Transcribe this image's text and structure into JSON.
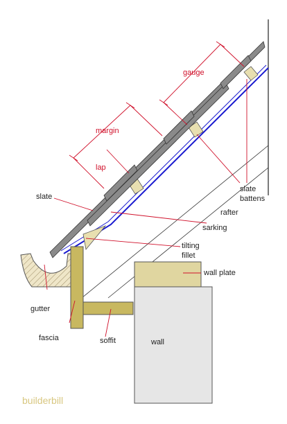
{
  "labels": {
    "gauge": "gauge",
    "margin": "margin",
    "lap": "lap",
    "slate": "slate",
    "slate_battens_line1": "slate",
    "slate_battens_line2": "battens",
    "rafter": "rafter",
    "sarking": "sarking",
    "tilting_fillet_line1": "tilting",
    "tilting_fillet_line2": "fillet",
    "wall_plate": "wall plate",
    "gutter": "gutter",
    "fascia": "fascia",
    "soffit": "soffit",
    "wall": "wall",
    "brand": "builderbill"
  },
  "colors": {
    "dimension": "#d0102a",
    "leader": "#d0102a",
    "timber": "#d8d090",
    "timber_dark": "#c8b860",
    "slate": "#8a8a8a",
    "sarking": "#1a1ad0",
    "wall": "#e6e6e6",
    "brand": "#d8c780"
  }
}
